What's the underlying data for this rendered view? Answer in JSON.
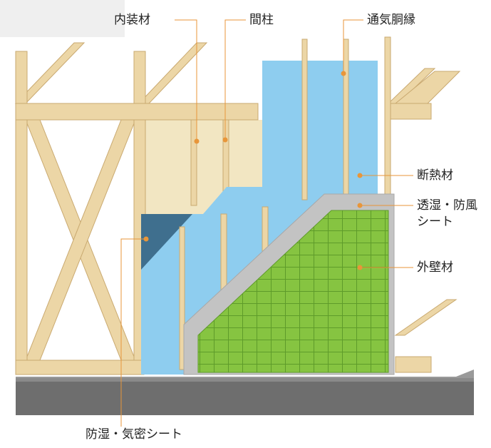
{
  "labels": {
    "interior": "内装材",
    "stud": "間柱",
    "furring": "通気胴縁",
    "insulation": "断熱材",
    "breather_line1": "透湿・防風",
    "breather_line2": "シート",
    "siding": "外壁材",
    "vapor_barrier": "防湿・気密シート"
  },
  "colors": {
    "wood": "#ecd6a6",
    "wood_edge": "#c9a970",
    "interior_board": "#f2e6c2",
    "insulation": "#8ecdef",
    "vapor_barrier": "#3f6f8e",
    "breather_sheet": "#c3c3c3",
    "siding": "#86c441",
    "siding_grid": "#5e9b2a",
    "foundation": "#6e6e6e",
    "leader_line": "#e8963a"
  }
}
